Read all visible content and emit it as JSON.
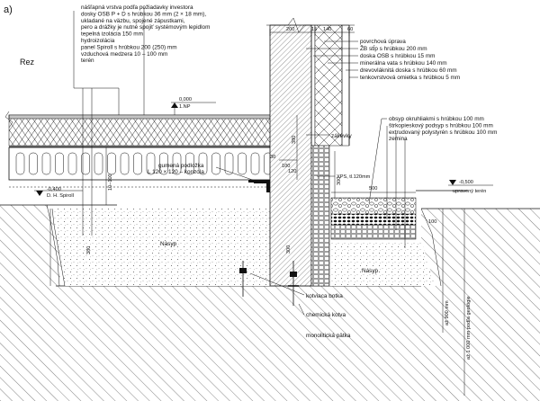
{
  "diagram": {
    "panel_label": "a)",
    "section_label": "Rez",
    "floor_layers": [
      "nášľapná vrstva podľa požiadavky investora",
      "dosky OSB P + D s hrúbkou 36 mm (2 × 18 mm),",
      "ukladané na väzbu, spojené zápustkami,",
      "pero a drážky je nutné spojiť systémovým lepidlom",
      "tepelná izolácia 150 mm",
      "hydroizolácia",
      "panel Spiroll s hrúbkou 200 (250) mm",
      "vzduchová medzera 10 – 100 mm",
      "terén"
    ],
    "wall_layers": [
      "povrchová úprava",
      "ŽB stĺp s hrúbkou 200 mm",
      "doska OSB s hrúbkou 15 mm",
      "minerálna vata s hrúbkou 140 mm",
      "drevovláknitá doska s hrúbkou 60 mm",
      "tenkovrstvová omietka s hrúbkou 5 mm"
    ],
    "plinth_layers": [
      "obsyp okruhliakmi s hrúbkou 100 mm",
      "štrkopieskový podsyp s hrúbkou 100 mm",
      "extrudovaný polystyrén s hrúbkou 100 mm",
      "zemina"
    ],
    "level_floor": "0,000",
    "level_floor_sub": "1.NP",
    "level_spiroll": "-0,400",
    "level_spiroll_sub": "D. H. Spiroll",
    "level_terrain": "-0,500",
    "level_terrain_sub": "upravený terén",
    "callout_zaliivky": "zálievky",
    "callout_gumova": "gumená podložka",
    "callout_konzola": "L 120 × 120 – konzola",
    "callout_xps": "XPS, tl.120mm",
    "callout_kotviaca": "kotviaca botka",
    "callout_chemicka": "chemická kotva",
    "callout_patka": "monolitická pätka",
    "fill_left": "Násyp",
    "fill_right": "Násyp",
    "dim_200": "200",
    "dim_15": "15",
    "dim_140": "140",
    "dim_top_60": "60",
    "dim_380": "380",
    "dim_30": "30",
    "dim_100": "100",
    "dim_120": "120",
    "dim_10_100": "10–100",
    "dim_300": "300",
    "dim_500": "500",
    "dim_left_380": "380",
    "dim_mid_300": "300",
    "dim_right_100": "100",
    "dim_depth1": "až 1 000 mm podľa geológie",
    "dim_depth2": "až 900 mm"
  }
}
